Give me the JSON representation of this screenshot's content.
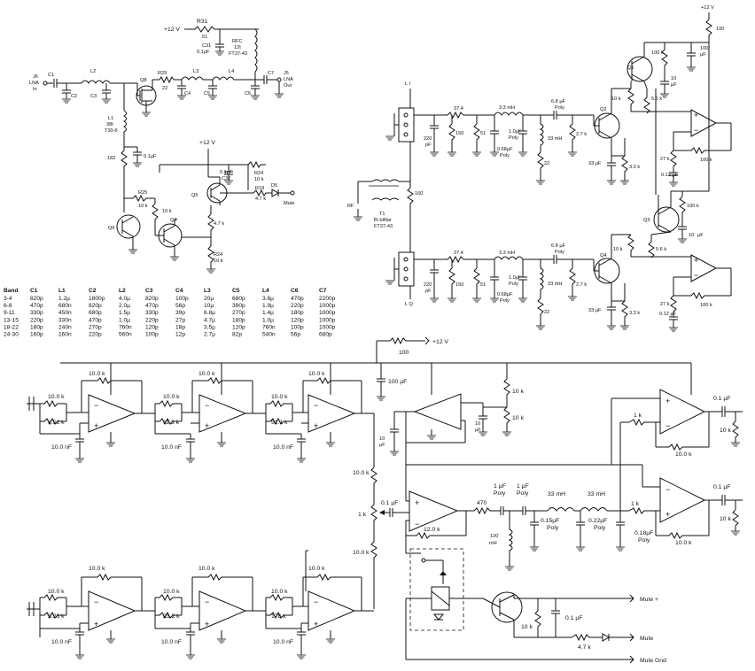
{
  "preamp": {
    "supply": "+12 V",
    "r31": "R31",
    "r31_val": "51",
    "c31": "C31",
    "c31_val": "0.1µF",
    "rfc": "RFC",
    "rfc_val": "12t",
    "rfc_core": "FT37-43",
    "j6": "J6",
    "j6_a": "LNA",
    "j6_b": "In",
    "j5": "J5",
    "j5_a": "LNA",
    "j5_b": "Out",
    "c1": "C1",
    "c2": "C2",
    "c3": "C3",
    "c4": "C4",
    "c5": "C5",
    "c6": "C6",
    "c7": "C7",
    "l1": "L1",
    "l1_turns": "38t",
    "l1_core": "T30-6",
    "l2": "L2",
    "l3": "L3",
    "l4": "L4",
    "q8": "Q8",
    "r29": "R29",
    "r29_val": "22",
    "r182": "182",
    "c_bypass": "0.1µF"
  },
  "mute_ctrl": {
    "supply": "+12 V",
    "c32": "C32",
    "c32_val": "0.1µF",
    "r24a": "R24",
    "r24a_val": "10 k",
    "r18": "R18",
    "r18_val": "4.7 k",
    "d5": "D5",
    "mute": "Mute",
    "q5": "Q5",
    "r47": "4.7 k",
    "r25": "R25",
    "r25_val": "10 k",
    "r10": "10 k",
    "q6": "Q6",
    "q7": "Q7",
    "r24b": "R24",
    "r24b_val": "10 k"
  },
  "band_table": {
    "headers": [
      "Band",
      "C1",
      "L1",
      "C2",
      "L2",
      "C3",
      "C4",
      "L3",
      "C5",
      "L4",
      "C6",
      "C7"
    ],
    "rows": [
      [
        "3-4",
        "820p",
        "1.2µ",
        "1800p",
        "4.0µ",
        "820p",
        "100p",
        "20µ",
        "680p",
        "3.6µ",
        "470p",
        "2200p"
      ],
      [
        "6-8",
        "470p",
        "680n",
        "820p",
        "2.0µ",
        "470p",
        "56p",
        "10µ",
        "390p",
        "1.9µ",
        "220p",
        "1000p"
      ],
      [
        "9-11",
        "330p",
        "450n",
        "680p",
        "1.5µ",
        "330p",
        "39p",
        "6.8µ",
        "270p",
        "1.4µ",
        "180p",
        "1000p"
      ],
      [
        "13-15",
        "220p",
        "330n",
        "470p",
        "1.0µ",
        "220p",
        "27p",
        "4.7µ",
        "180p",
        "1.0µ",
        "120p",
        "1000p"
      ],
      [
        "18-22",
        "180p",
        "240n",
        "270p",
        "760n",
        "120p",
        "18p",
        "3.5µ",
        "120p",
        "760n",
        "100p",
        "1000p"
      ],
      [
        "24-30",
        "160p",
        "160n",
        "220p",
        "560n",
        "100p",
        "12p",
        "2.7µ",
        "82p",
        "540n",
        "56p",
        "680p"
      ]
    ]
  },
  "iq_section": {
    "li": "L I",
    "lq": "L Q",
    "supply": "+12 V",
    "r100": "100",
    "c100uf": "100",
    "c100uf2": "µF",
    "r100k": "100 k",
    "q1": "Q1",
    "q2": "Q2",
    "q3": "Q3",
    "q4": "Q4",
    "r10k": "10 k",
    "r56k": "5.6 k",
    "c10uf": "10",
    "c10uf2": "µF",
    "r33k": "3.3 k",
    "r27k": "27 k",
    "c012": "0.12 µF",
    "c33uf": "33 µF",
    "r374": "37.4",
    "r150": "150",
    "r51": "51",
    "l33mh": "3.3 mH",
    "c68a": "6.8 µF",
    "c68b": "Poly",
    "c10uf_poly": "1.0µF",
    "c10uf_poly2": "Poly",
    "c068": "0.68µF",
    "c068b": "Poly",
    "l33": "33 mH",
    "r27": "2.7 k",
    "r22": "22",
    "c220": "220",
    "c220b": "pF",
    "r160": "160",
    "rf": "RF",
    "t1": "T1",
    "t1_a": "Bi bifilar",
    "t1_b": "FT37-43"
  },
  "audio": {
    "supply": "+12 V",
    "r100": "100",
    "c100uf": "100 µF",
    "r10k": "10.0 k",
    "r10k_plain": "10 k",
    "r152": "1.52 k",
    "r113": "11.3 k",
    "r511": "51.1 k",
    "c10nf": "10.0 nF",
    "r523": "5.23 k",
    "r232": "23.2 k",
    "r178": "178 k",
    "c10uf": "10",
    "c10uf2": "µF",
    "pot": "1 k",
    "c01": "0.1 µF",
    "r12k": "12.0 k",
    "r470": "470",
    "c1a": "1 µF",
    "c1b": "Poly",
    "l120a": "120",
    "l120b": "mH",
    "l33": "33 mH",
    "c015a": "0.15µF",
    "c015b": "Poly",
    "c022a": "0.22µF",
    "c022b": "Poly",
    "c018a": "0.18µF",
    "c018b": "Poly",
    "r1k": "1 k",
    "r47k": "4.7 k",
    "mute_plus": "Mute +",
    "mute": "Mute",
    "mute_gnd": "Mute Gnd"
  }
}
